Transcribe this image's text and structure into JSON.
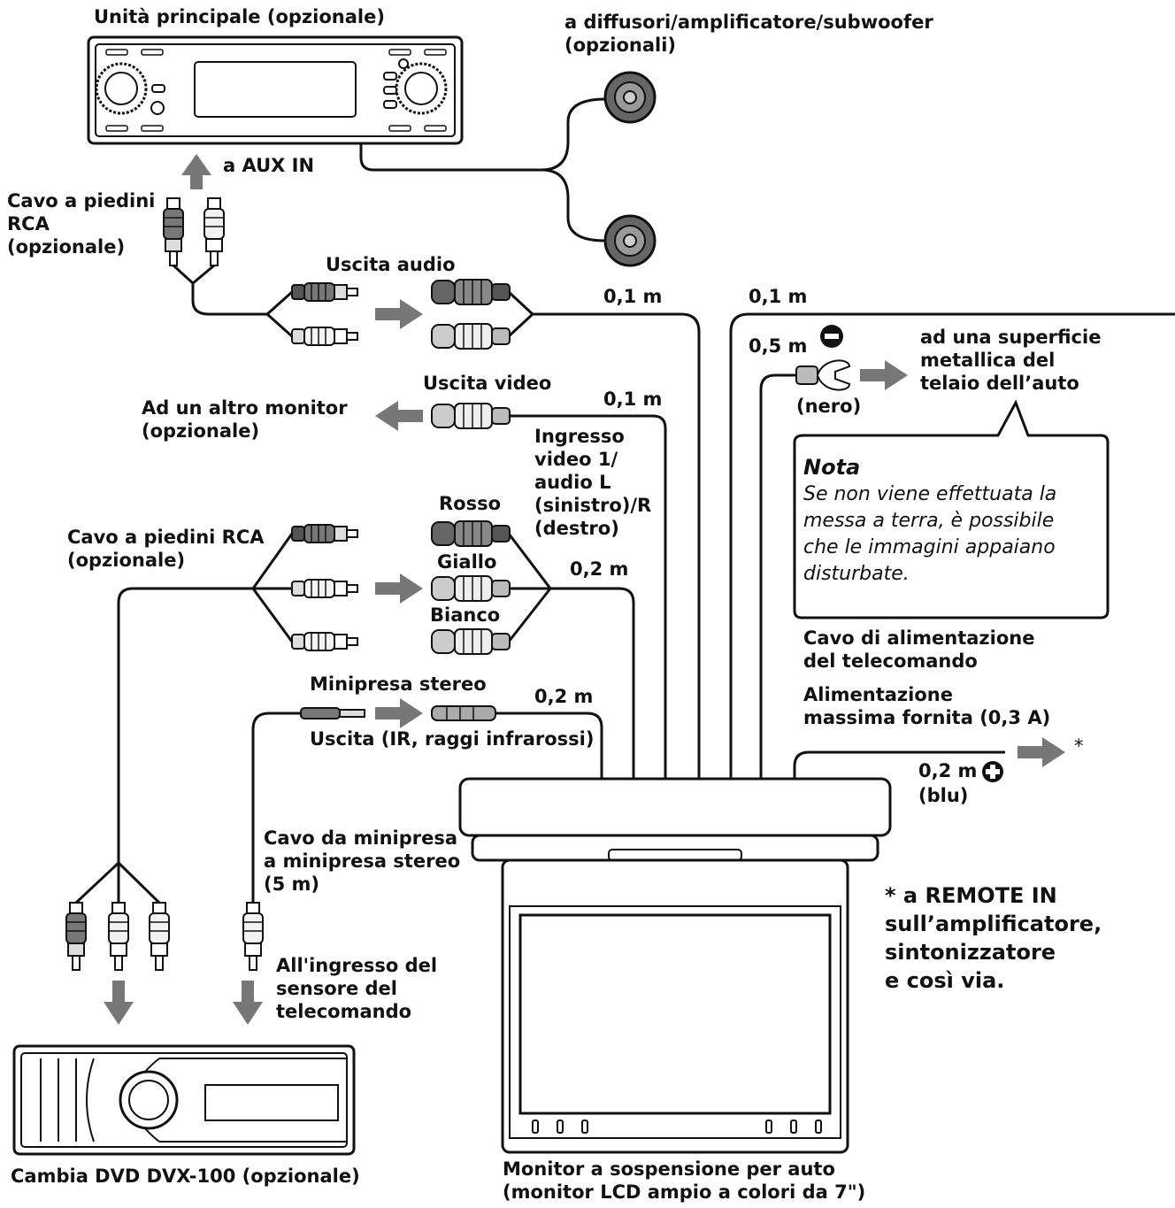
{
  "labels": {
    "head_unit": "Unità principale (opzionale)",
    "speakers": "a diffusori/amplificatore/subwoofer\n(opzionali)",
    "aux_in": "a AUX IN",
    "rca_cable_top": "Cavo a piedini\nRCA\n(opzionale)",
    "audio_out": "Uscita audio",
    "len_audio": "0,1 m",
    "len_right_top": "0,1 m",
    "len_ground": "0,5 m",
    "ground_target": "ad una superficie\nmetallica del\ntelaio dell’auto",
    "black": "(nero)",
    "video_out": "Uscita video",
    "len_video": "0,1 m",
    "other_monitor": "Ad un altro monitor\n(opzionale)",
    "video_in": "Ingresso\nvideo 1/\naudio L\n(sinistro)/R\n(destro)",
    "red": "Rosso",
    "yellow": "Giallo",
    "white": "Bianco",
    "len_av_in": "0,2 m",
    "rca_cable_mid": "Cavo a piedini RCA\n(opzionale)",
    "minijack": "Minipresa stereo",
    "len_minijack": "0,2 m",
    "ir_out": "Uscita (IR, raggi infrarossi)",
    "remote_power_cable": "Cavo di alimentazione\ndel telecomando",
    "max_supply": "Alimentazione\nmassima fornita (0,3 A)",
    "len_remote": "0,2 m",
    "blue": "(blu)",
    "asterisk": "*",
    "minijack_cable": "Cavo da minipresa\na minipresa stereo\n(5 m)",
    "sensor_input": "All'ingresso del\nsensore del\ntelecomando",
    "footnote": "* a REMOTE IN\n    sull’amplificatore,\n  sintonizzatore\n  e così via.",
    "dvd_changer": "Cambia DVD DVX-100 (opzionale)",
    "monitor": "Monitor a sospensione per auto\n(monitor LCD ampio a colori da 7\")"
  },
  "note": {
    "title": "Nota",
    "body": "Se non viene effettuata la\nmessa a terra, è possibile\nche le immagini appaiano\ndisturbate."
  },
  "icons": {
    "ground": "minus-circle-icon",
    "power": "plus-circle-icon"
  }
}
